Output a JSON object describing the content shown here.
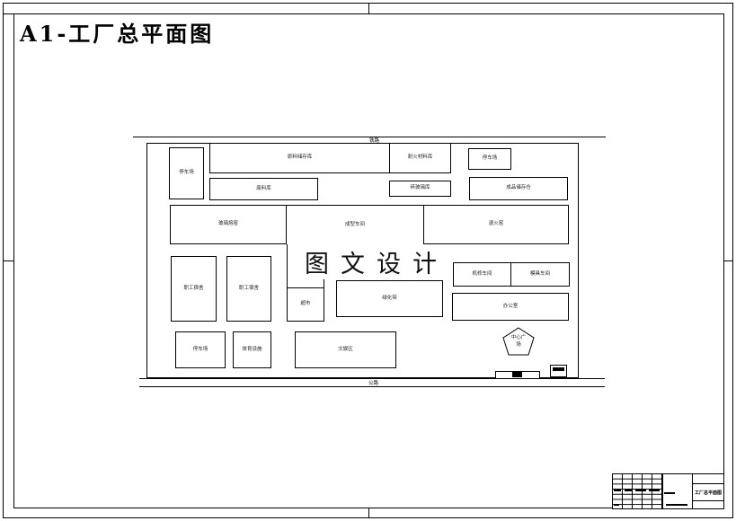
{
  "drawing": {
    "title": "A1-工厂总平面图",
    "watermark": "图文设计"
  },
  "roads": {
    "top": "铁路",
    "bottom": "公路"
  },
  "buildings": [
    {
      "id": "parking-1",
      "label": "停车场"
    },
    {
      "id": "raw-material-storage",
      "label": "原料储存库"
    },
    {
      "id": "refractory-storage",
      "label": "耐火材料库"
    },
    {
      "id": "parking-2",
      "label": "停车场"
    },
    {
      "id": "waste-storage",
      "label": "废料库"
    },
    {
      "id": "cullet-storage",
      "label": "碎玻璃库"
    },
    {
      "id": "finished-goods-storage",
      "label": "成品储存仓"
    },
    {
      "id": "glass-furnace",
      "label": "玻璃熔窑"
    },
    {
      "id": "forming-workshop",
      "label": "成型车间"
    },
    {
      "id": "annealing-kiln",
      "label": "退火窑"
    },
    {
      "id": "dormitory-1",
      "label": "职工宿舍"
    },
    {
      "id": "dormitory-2",
      "label": "职工宿舍"
    },
    {
      "id": "supermarket",
      "label": "超市"
    },
    {
      "id": "green-belt",
      "label": "绿化带"
    },
    {
      "id": "machine-repair-workshop",
      "label": "机修车间"
    },
    {
      "id": "mold-workshop",
      "label": "模具车间"
    },
    {
      "id": "office",
      "label": "办公室"
    },
    {
      "id": "parking-3",
      "label": "停车场"
    },
    {
      "id": "sports-facilities",
      "label": "体育设施"
    },
    {
      "id": "recreation-area",
      "label": "文娱区"
    },
    {
      "id": "central-square",
      "label_line1": "中心广",
      "label_line2": "场"
    }
  ],
  "title_block": {
    "drawing_name": "工厂总平面图"
  }
}
